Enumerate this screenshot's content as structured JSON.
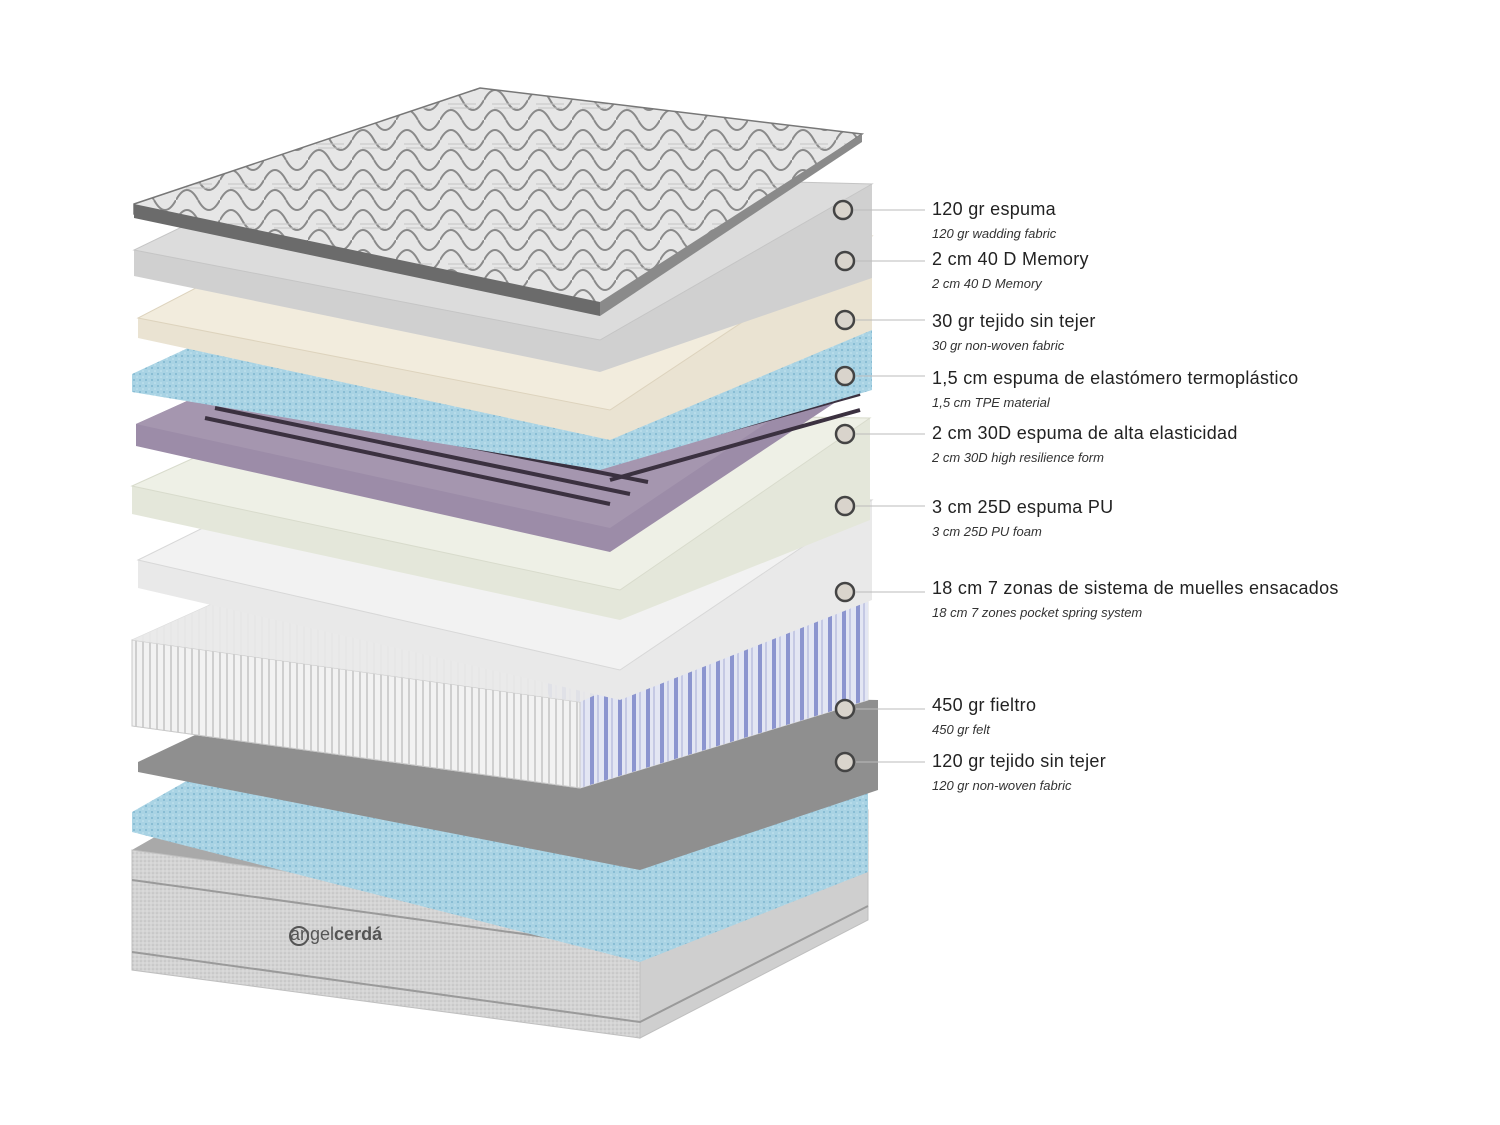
{
  "brand": {
    "light": "angel",
    "bold": "cerdá"
  },
  "layers": [
    {
      "es": "120 gr espuma",
      "en": "120 gr wadding fabric"
    },
    {
      "es": "2 cm 40 D Memory",
      "en": "2 cm 40 D Memory"
    },
    {
      "es": "30 gr tejido sin tejer",
      "en": "30 gr non-woven fabric"
    },
    {
      "es": "1,5 cm espuma de elastómero termoplástico",
      "en": "1,5 cm TPE material"
    },
    {
      "es": "2 cm 30D espuma de alta elasticidad",
      "en": "2 cm 30D high resilience form"
    },
    {
      "es": "3 cm 25D espuma PU",
      "en": "3 cm 25D PU foam"
    },
    {
      "es": "18 cm 7 zonas de sistema de muelles ensacados",
      "en": "18 cm 7 zones pocket spring system"
    },
    {
      "es": "450 gr fieltro",
      "en": "450 gr felt"
    },
    {
      "es": "120 gr tejido sin tejer",
      "en": "120 gr non-woven fabric"
    }
  ],
  "colors": {
    "marker_fill": "#d9d4cc",
    "marker_stroke": "#444444",
    "leader": "#bbbbbb"
  }
}
